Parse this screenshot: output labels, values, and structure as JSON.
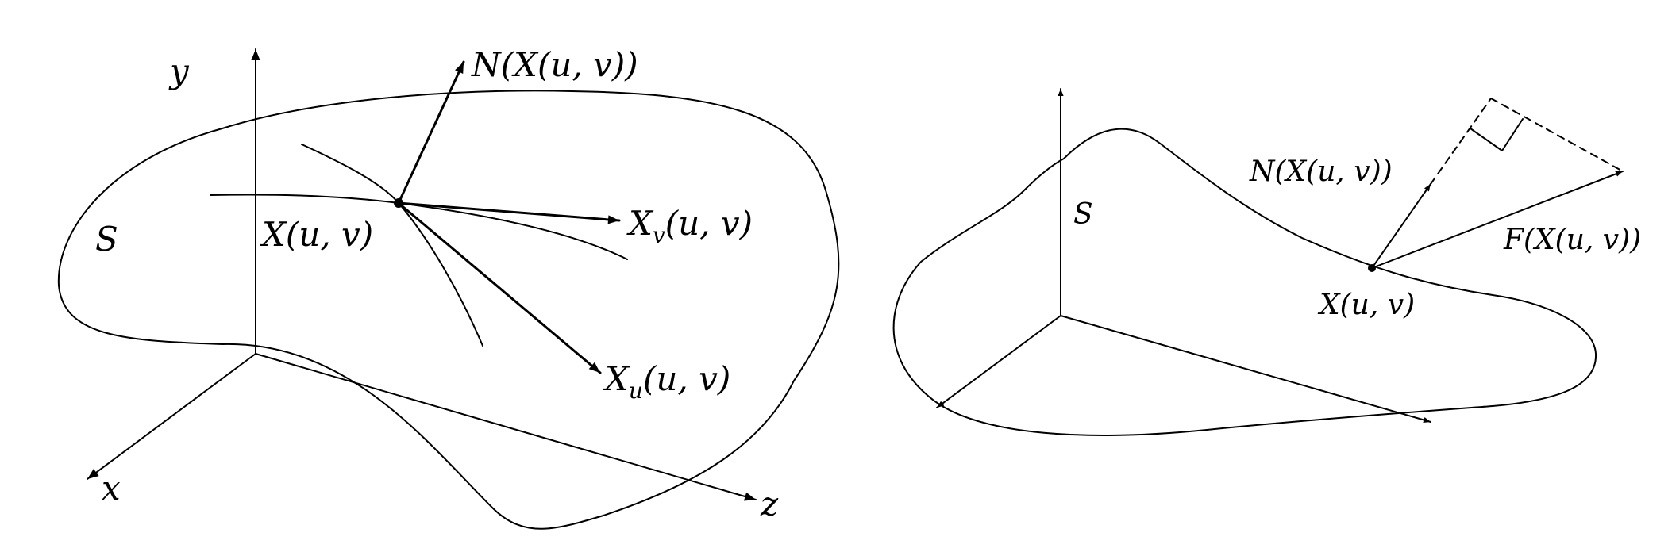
{
  "left_panel": {
    "axis_x": "x",
    "axis_y": "y",
    "axis_z": "z",
    "surface": "S",
    "point": "X(u, v)",
    "normal": {
      "base": "N",
      "rest": "(X(u, v))"
    },
    "tangent_v": {
      "base": "X",
      "sub": "v",
      "rest": "(u, v)"
    },
    "tangent_u": {
      "base": "X",
      "sub": "u",
      "rest": "(u, v)"
    }
  },
  "right_panel": {
    "surface": "S",
    "normal": "N(X(u, v))",
    "field": "F(X(u, v))",
    "point": "X(u, v)"
  }
}
